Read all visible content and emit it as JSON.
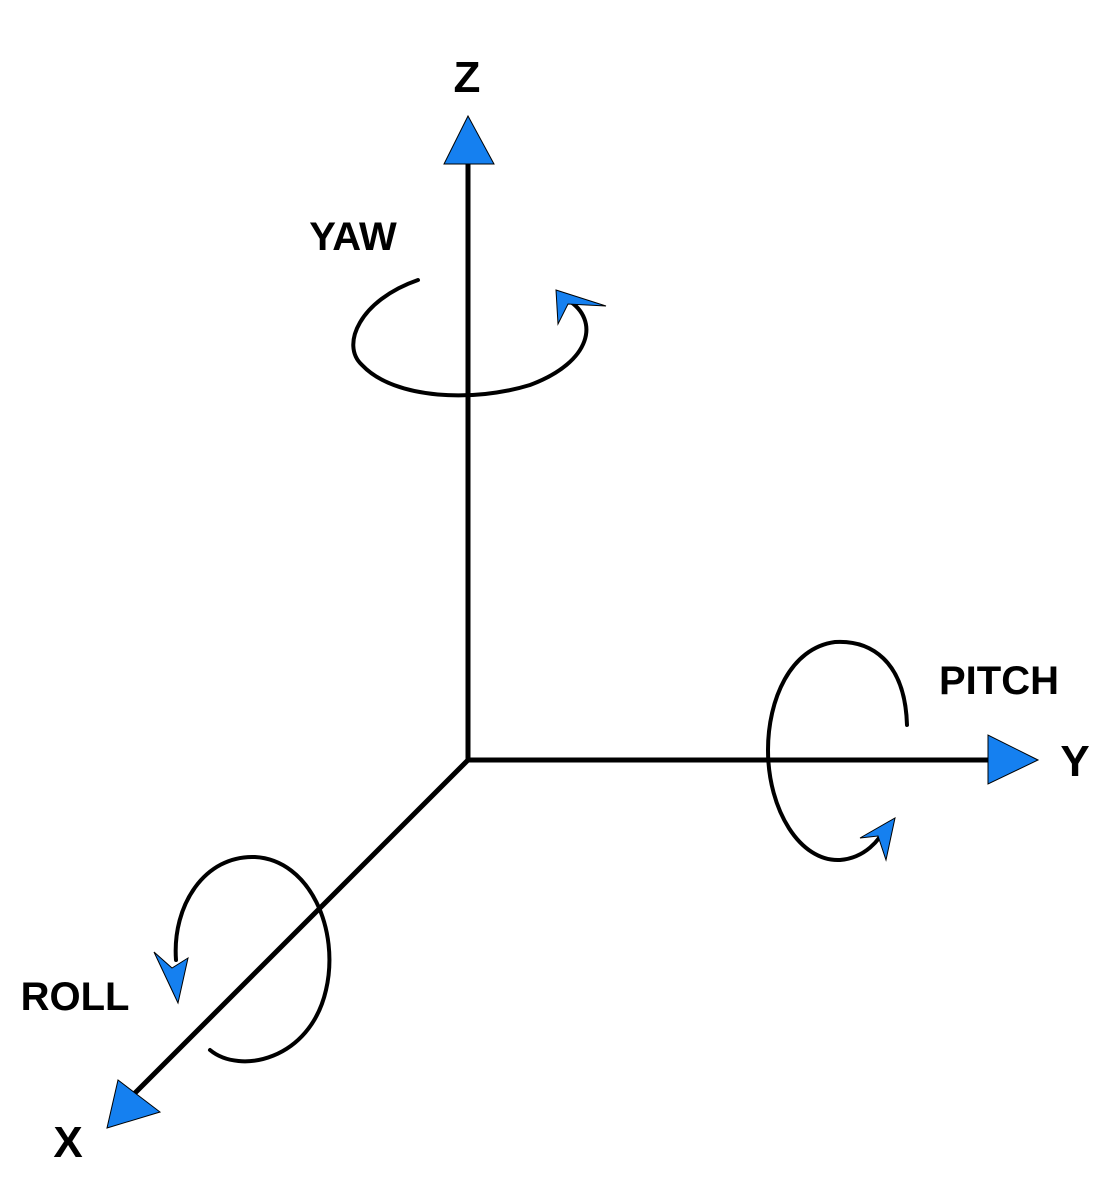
{
  "colors": {
    "arrow": "#1580f0",
    "line": "#000000",
    "background": "#ffffff"
  },
  "axes": {
    "z": {
      "label": "Z"
    },
    "y": {
      "label": "Y"
    },
    "x": {
      "label": "X"
    }
  },
  "rotations": {
    "yaw": {
      "label": "YAW"
    },
    "pitch": {
      "label": "PITCH"
    },
    "roll": {
      "label": "ROLL"
    }
  }
}
